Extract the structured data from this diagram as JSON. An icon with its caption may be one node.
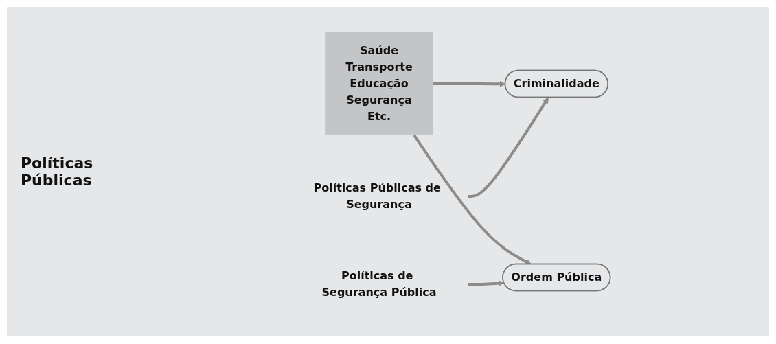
{
  "diagram": {
    "nodes": [
      {
        "text": [
          "Saúde",
          "Transporte",
          "Educação",
          "Segurança",
          "Etc."
        ]
      },
      {
        "text": [
          "Criminalidade"
        ]
      },
      {
        "text": [
          "Ordem Pública"
        ]
      },
      {
        "text": [
          "Políticas Públicas de Segurança"
        ]
      },
      {
        "text": [
          "Políticas de Segurança Pública"
        ]
      }
    ],
    "edges": [
      {
        "from": 0,
        "to": 1,
        "arrow": "to"
      },
      {
        "from": 0,
        "to": 2,
        "arrow": "to"
      },
      {
        "from": 3,
        "to": 1,
        "arrow": "to"
      },
      {
        "from": 4,
        "to": 2,
        "arrow": "to"
      }
    ],
    "labels": [
      "Políticas Públicas"
    ]
  }
}
